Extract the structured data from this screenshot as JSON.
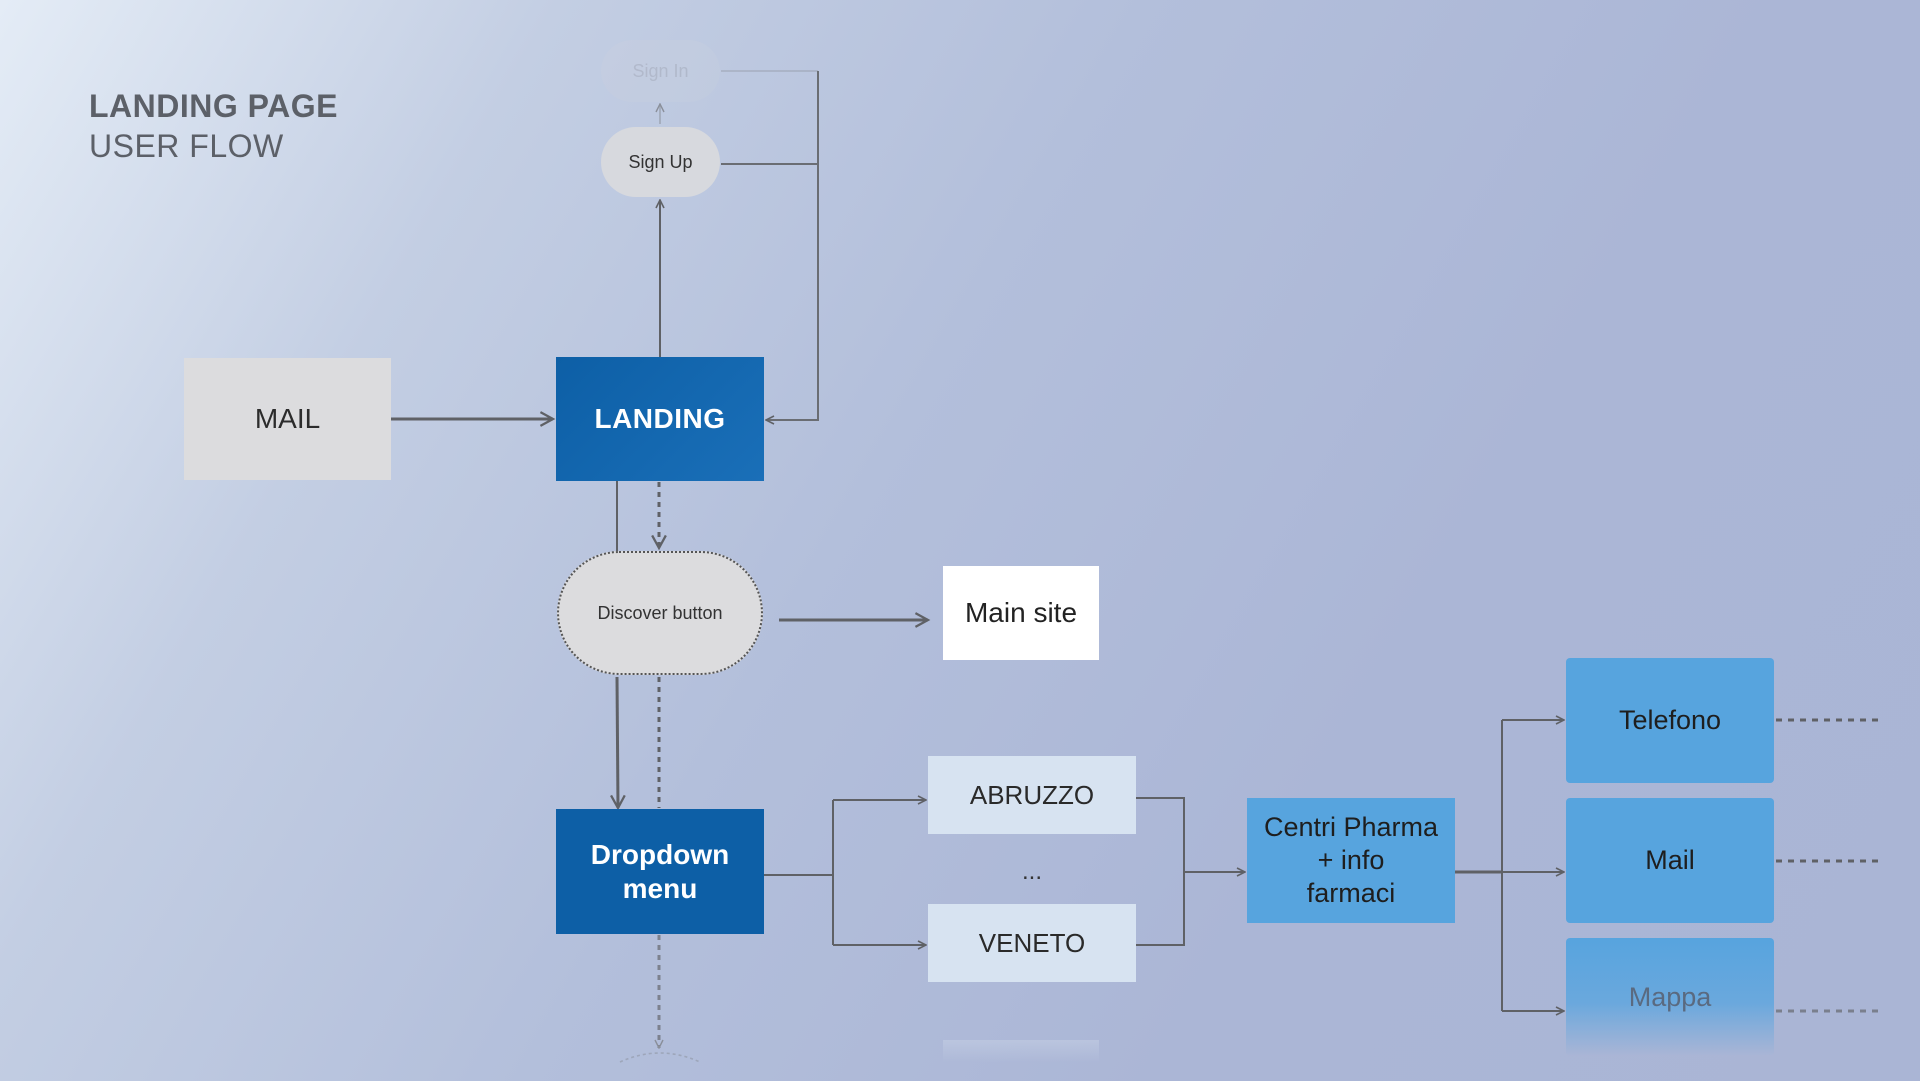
{
  "title": {
    "line1": "LANDING PAGE",
    "line2": "USER FLOW"
  },
  "nodes": {
    "mail_source": "MAIL",
    "landing": "LANDING",
    "sign_up": "Sign Up",
    "sign_in": "Sign In",
    "discover": "Discover button",
    "main_site": "Main site",
    "dropdown": "Dropdown\nmenu",
    "region_first": "ABRUZZO",
    "region_ellipsis": "...",
    "region_last": "VENETO",
    "centri": "Centri Pharma\n+ info\nfarmaci",
    "telefono": "Telefono",
    "mail_contact": "Mail",
    "mappa": "Mappa"
  },
  "colors": {
    "primary_dark_blue": "#0d5fa6",
    "light_blue": "#57a4de",
    "grey_box": "#dcdcde",
    "connector": "#5f6166"
  }
}
